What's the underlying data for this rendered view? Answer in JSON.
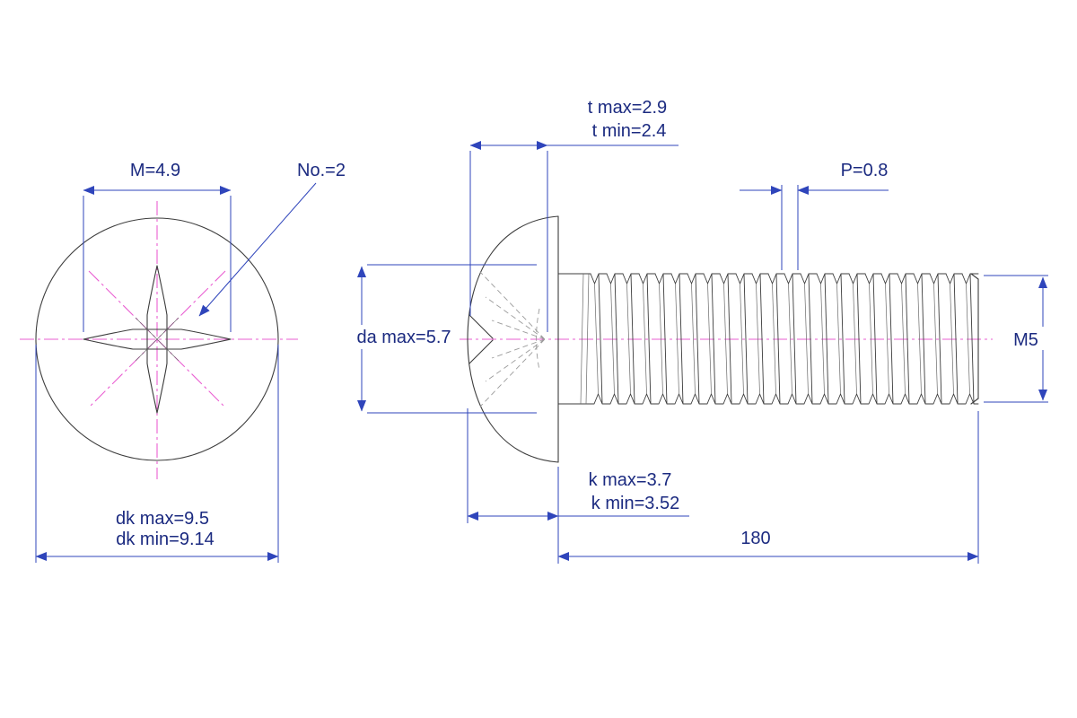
{
  "drawing": {
    "labels": {
      "m": "M=4.9",
      "no2": "No.=2",
      "dk_max": "dk max=9.5",
      "dk_min": "dk min=9.14",
      "t_max": "t max=2.9",
      "t_min": "t min=2.4",
      "p": "P=0.8",
      "da_max": "da max=5.7",
      "thread_size": "M5",
      "k_max": "k max=3.7",
      "k_min": "k min=3.52",
      "length": "180"
    },
    "colors": {
      "dimension_line": "#2f45bb",
      "dimension_text": "#1b2a80",
      "centerline": "#ea5fd2",
      "outline": "#3c3c3c",
      "hidden_line": "#9b9b9b",
      "background": "#ffffff"
    }
  }
}
